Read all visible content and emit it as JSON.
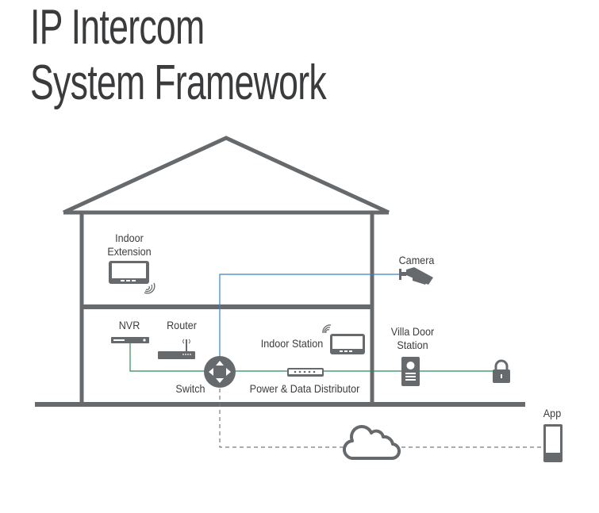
{
  "title": {
    "line1": "IP Intercom",
    "line2": "System Framework"
  },
  "colors": {
    "structure": "#676a6c",
    "title": "#3a3b3d",
    "green_link": "#2e8b57",
    "blue_link": "#3a82c8",
    "dashed_link": "#7a7a7a"
  },
  "devices": {
    "indoor_extension": {
      "label_line1": "Indoor",
      "label_line2": "Extension",
      "icon": "monitor-wireless-icon"
    },
    "camera": {
      "label": "Camera",
      "icon": "bullet-camera-icon"
    },
    "nvr": {
      "label": "NVR",
      "icon": "nvr-recorder-icon"
    },
    "router": {
      "label": "Router",
      "icon": "wifi-router-icon"
    },
    "indoor_station": {
      "label": "Indoor Station",
      "icon": "monitor-wireless-icon"
    },
    "villa_door_station": {
      "label_line1": "Villa Door",
      "label_line2": "Station",
      "icon": "door-station-icon"
    },
    "switch": {
      "label": "Switch",
      "icon": "network-switch-icon"
    },
    "power_data_distributor": {
      "label": "Power & Data Distributor",
      "icon": "distributor-icon"
    },
    "lock": {
      "label": "",
      "icon": "padlock-icon"
    },
    "cloud": {
      "label": "",
      "icon": "cloud-icon"
    },
    "app": {
      "label": "App",
      "icon": "smartphone-icon"
    }
  }
}
